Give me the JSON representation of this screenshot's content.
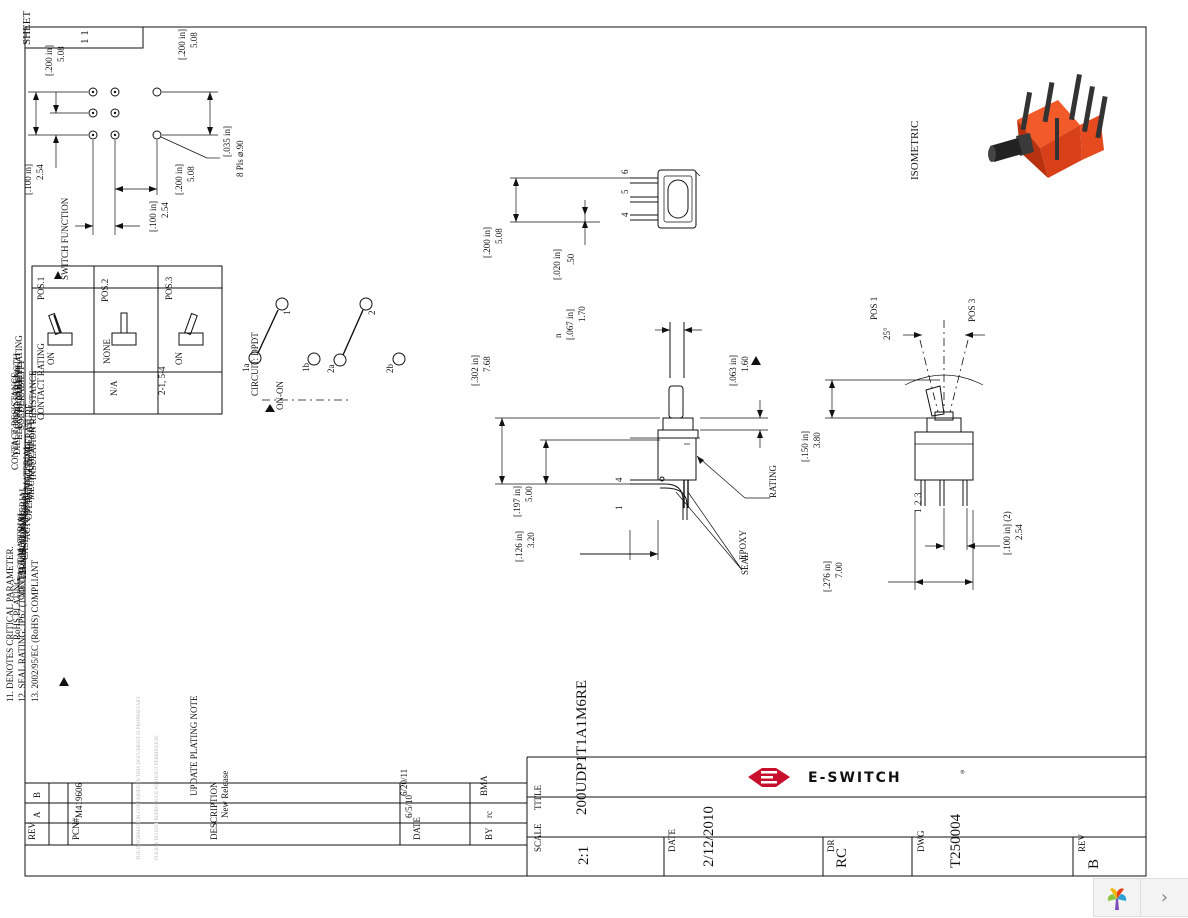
{
  "sheet": {
    "label": "SHEET",
    "value": "1  1"
  },
  "title_block": {
    "brand": "E-SWITCH",
    "tm": "®",
    "title_label": "TITLE",
    "title": "200UDP1T1A1M6RE",
    "scale_label": "SCALE",
    "scale": "2:1",
    "date_label": "DATE",
    "date": "2/12/2010",
    "dr_label": "DR",
    "dr": "RC",
    "dwg_label": "DWG",
    "dwg": "T250004",
    "rev_label": "REV",
    "rev": "B"
  },
  "revision_table": {
    "headers": {
      "rev": "REV",
      "pcn": "PCN#",
      "description": "DESCRIPTION",
      "date": "DATE",
      "by": "BY"
    },
    "rows": [
      {
        "rev": "B",
        "pcn": "M419606",
        "description": "UPDATE PLATING NOTE",
        "date": "6/20/11",
        "by": "BMA"
      },
      {
        "rev": "A",
        "pcn": "",
        "description": "New Release",
        "date": "6/5/10",
        "by": "rc"
      }
    ]
  },
  "notes": {
    "critical": "11.  DENOTES CRITICAL PARAMETER.",
    "seal": "12. SEAL RATING: IP67 (1 METER FOR 30 MIN)",
    "rohs": "13. 2002/95/EC (RoHS) COMPLIANT",
    "overlap": [
      "RoHS PLATING",
      "GOLD PLATING",
      "CONTACT MATERIAL",
      "TERMINAL MATERIAL",
      "CASE MATERIAL",
      "ACTUATOR MATERIAL",
      "OPERATING TEMPERATURE",
      "MECHANICAL LIFE",
      "INSULATION RESISTANCE",
      "CONTACT RESISTANCE",
      "DIELECTRIC STRENGTH",
      "ELECTRICAL LIFE",
      "SOLDERABILITY",
      "CONTACT RATING"
    ],
    "proprietary": "THE INFORMATION CONTAINED IN THIS DOCUMENT IS PROPRIETARY",
    "proprietary2": "PLEASE DO NOT REPRODUCE WITHOUT PERMISSION"
  },
  "switch_function": {
    "title": "SWITCH FUNCTION",
    "columns": [
      "POS.1",
      "POS.2",
      "POS.3"
    ],
    "row_state": [
      "ON",
      "NONE",
      "ON"
    ],
    "row_conn": [
      "",
      "N/A",
      "2-1, 5-4"
    ]
  },
  "circuit": {
    "label": "CIRCUIT: DPDT",
    "type": "ON-ON",
    "pins": [
      "1",
      "2",
      "1a",
      "1b",
      "2a",
      "2b"
    ]
  },
  "isometric_label": "ISOMETRIC",
  "dims": {
    "d200a": "[.200 in]",
    "d508a": "5.08",
    "d200b": "[.200 in]",
    "d508b": "5.08",
    "d100": "[.100 in]",
    "d254": "2.54",
    "d100b": "[.100 in]",
    "d254b": "2.54",
    "d200c": "[.200 in]",
    "d508c": "5.08",
    "hole": "[.035 in]",
    "hole_mm": "8 Pls  ⌀.90",
    "d200d": "[.200 in]",
    "d508d": "5.08",
    "d020": "[.020 in]",
    "d050": ".50",
    "d067": "[.067 in]",
    "d170": "1.70",
    "dn": "n",
    "d302": "[.302 in]",
    "d768": "7.68",
    "d063": "[.063 in]",
    "d160": "1.60",
    "d197": "[.197 in]",
    "d500": "5.00",
    "d126": "[.126 in]",
    "d320": "3.20",
    "d150": "[.150 in]",
    "d380": "3.80",
    "d276": "[.276 in]",
    "d700": "7.00",
    "d100c": "[.100 in] (2)",
    "d254c": "2.54",
    "angle": "25°",
    "pos1": "POS 1",
    "pos3": "POS 3",
    "rating": "RATING",
    "epoxy": "EPOXY",
    "seal": "SEAL",
    "pin_labels": [
      "6",
      "5",
      "4"
    ],
    "pin_labels2": [
      "4",
      "1"
    ],
    "pin_labels3": [
      "1",
      "2",
      "3"
    ]
  },
  "colors": {
    "brand_red": "#c8102e",
    "part_orange": "#e8401c",
    "part_dark": "#2a2a2a"
  }
}
